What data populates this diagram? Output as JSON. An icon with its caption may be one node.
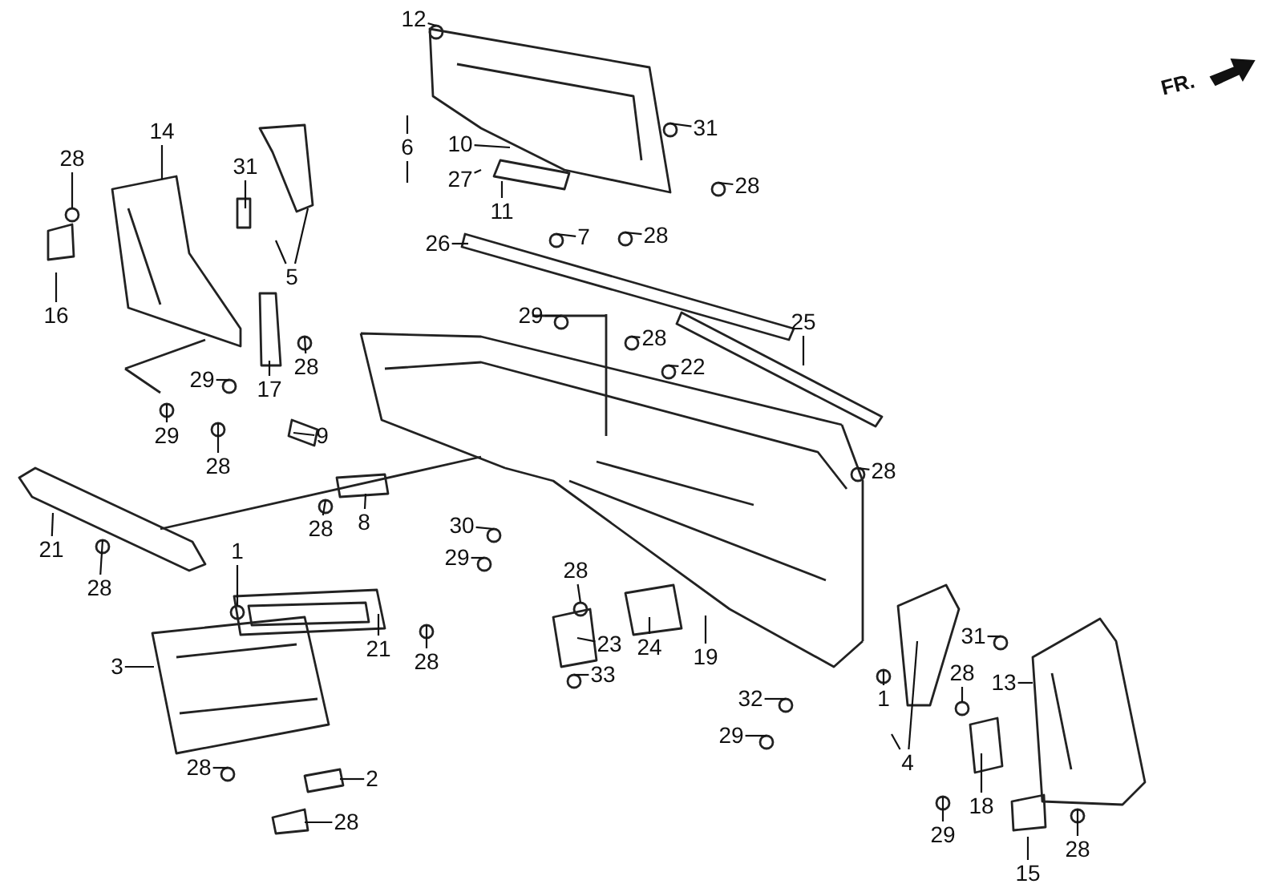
{
  "diagram": {
    "nodes": [
      {
        "text": [
          "12"
        ]
      },
      {
        "text": [
          "31"
        ]
      },
      {
        "text": [
          "6"
        ]
      },
      {
        "text": [
          "10"
        ]
      },
      {
        "text": [
          "27"
        ]
      },
      {
        "text": [
          "11"
        ]
      },
      {
        "text": [
          "28"
        ]
      },
      {
        "text": [
          "7"
        ]
      },
      {
        "text": [
          "28"
        ]
      },
      {
        "text": [
          "26"
        ]
      },
      {
        "text": [
          "14"
        ]
      },
      {
        "text": [
          "28"
        ]
      },
      {
        "text": [
          "16"
        ]
      },
      {
        "text": [
          "31"
        ]
      },
      {
        "text": [
          "5"
        ]
      },
      {
        "text": [
          "17"
        ]
      },
      {
        "text": [
          "28"
        ]
      },
      {
        "text": [
          "29"
        ]
      },
      {
        "text": [
          "29"
        ]
      },
      {
        "text": [
          "28"
        ]
      },
      {
        "text": [
          "9"
        ]
      },
      {
        "text": [
          "29"
        ]
      },
      {
        "text": [
          "28"
        ]
      },
      {
        "text": [
          "22"
        ]
      },
      {
        "text": [
          "25"
        ]
      },
      {
        "text": [
          "28"
        ]
      },
      {
        "text": [
          "21"
        ]
      },
      {
        "text": [
          "28"
        ]
      },
      {
        "text": [
          "28"
        ]
      },
      {
        "text": [
          "8"
        ]
      },
      {
        "text": [
          "30"
        ]
      },
      {
        "text": [
          "29"
        ]
      },
      {
        "text": [
          "1"
        ]
      },
      {
        "text": [
          "21"
        ]
      },
      {
        "text": [
          "28"
        ]
      },
      {
        "text": [
          "3"
        ]
      },
      {
        "text": [
          "28"
        ]
      },
      {
        "text": [
          "23"
        ]
      },
      {
        "text": [
          "33"
        ]
      },
      {
        "text": [
          "24"
        ]
      },
      {
        "text": [
          "19"
        ]
      },
      {
        "text": [
          "28"
        ]
      },
      {
        "text": [
          "2"
        ]
      },
      {
        "text": [
          "28"
        ]
      },
      {
        "text": [
          "32"
        ]
      },
      {
        "text": [
          "29"
        ]
      },
      {
        "text": [
          "31"
        ]
      },
      {
        "text": [
          "28"
        ]
      },
      {
        "text": [
          "13"
        ]
      },
      {
        "text": [
          "1"
        ]
      },
      {
        "text": [
          "4"
        ]
      },
      {
        "text": [
          "18"
        ]
      },
      {
        "text": [
          "29"
        ]
      },
      {
        "text": [
          "15"
        ]
      },
      {
        "text": [
          "28"
        ]
      }
    ],
    "edges": [
      {
        "from": 0,
        "to": null,
        "arrow": "none"
      },
      {
        "from": 1,
        "to": null,
        "arrow": "none"
      },
      {
        "from": 2,
        "to": null,
        "arrow": "none"
      },
      {
        "from": 2,
        "to": null,
        "arrow": "none"
      },
      {
        "from": 3,
        "to": null,
        "arrow": "none"
      },
      {
        "from": 4,
        "to": null,
        "arrow": "none"
      },
      {
        "from": 5,
        "to": null,
        "arrow": "none"
      },
      {
        "from": 6,
        "to": null,
        "arrow": "none"
      },
      {
        "from": 7,
        "to": null,
        "arrow": "none"
      },
      {
        "from": 8,
        "to": null,
        "arrow": "none"
      },
      {
        "from": 9,
        "to": null,
        "arrow": "none"
      },
      {
        "from": 10,
        "to": null,
        "arrow": "none"
      },
      {
        "from": 11,
        "to": null,
        "arrow": "none"
      },
      {
        "from": 12,
        "to": null,
        "arrow": "none"
      },
      {
        "from": 13,
        "to": null,
        "arrow": "none"
      },
      {
        "from": 14,
        "to": null,
        "arrow": "none"
      },
      {
        "from": 14,
        "to": null,
        "arrow": "none"
      },
      {
        "from": 15,
        "to": null,
        "arrow": "none"
      },
      {
        "from": 16,
        "to": null,
        "arrow": "none"
      },
      {
        "from": 17,
        "to": null,
        "arrow": "none"
      },
      {
        "from": 18,
        "to": null,
        "arrow": "none"
      },
      {
        "from": 19,
        "to": null,
        "arrow": "none"
      },
      {
        "from": 20,
        "to": null,
        "arrow": "none"
      },
      {
        "from": 21,
        "to": null,
        "arrow": "none"
      },
      {
        "from": 22,
        "to": null,
        "arrow": "none"
      },
      {
        "from": 23,
        "to": null,
        "arrow": "none"
      },
      {
        "from": 24,
        "to": null,
        "arrow": "none"
      },
      {
        "from": 25,
        "to": null,
        "arrow": "none"
      },
      {
        "from": 26,
        "to": null,
        "arrow": "none"
      },
      {
        "from": 27,
        "to": null,
        "arrow": "none"
      },
      {
        "from": 28,
        "to": null,
        "arrow": "none"
      },
      {
        "from": 29,
        "to": null,
        "arrow": "none"
      },
      {
        "from": 30,
        "to": null,
        "arrow": "none"
      },
      {
        "from": 31,
        "to": null,
        "arrow": "none"
      },
      {
        "from": 32,
        "to": null,
        "arrow": "none"
      },
      {
        "from": 33,
        "to": null,
        "arrow": "none"
      },
      {
        "from": 34,
        "to": null,
        "arrow": "none"
      },
      {
        "from": 35,
        "to": null,
        "arrow": "none"
      },
      {
        "from": 36,
        "to": null,
        "arrow": "none"
      },
      {
        "from": 37,
        "to": null,
        "arrow": "none"
      },
      {
        "from": 38,
        "to": null,
        "arrow": "none"
      },
      {
        "from": 39,
        "to": null,
        "arrow": "none"
      },
      {
        "from": 40,
        "to": null,
        "arrow": "none"
      },
      {
        "from": 41,
        "to": null,
        "arrow": "none"
      },
      {
        "from": 42,
        "to": null,
        "arrow": "none"
      },
      {
        "from": 43,
        "to": null,
        "arrow": "none"
      },
      {
        "from": 44,
        "to": null,
        "arrow": "none"
      },
      {
        "from": 45,
        "to": null,
        "arrow": "none"
      },
      {
        "from": 46,
        "to": null,
        "arrow": "none"
      },
      {
        "from": 47,
        "to": null,
        "arrow": "none"
      },
      {
        "from": 48,
        "to": null,
        "arrow": "none"
      },
      {
        "from": 49,
        "to": null,
        "arrow": "none"
      },
      {
        "from": 50,
        "to": null,
        "arrow": "none"
      },
      {
        "from": 50,
        "to": null,
        "arrow": "none"
      },
      {
        "from": 51,
        "to": null,
        "arrow": "none"
      },
      {
        "from": 52,
        "to": null,
        "arrow": "none"
      },
      {
        "from": 53,
        "to": null,
        "arrow": "none"
      },
      {
        "from": 54,
        "to": null,
        "arrow": "none"
      }
    ],
    "labels": [
      "FR."
    ]
  }
}
